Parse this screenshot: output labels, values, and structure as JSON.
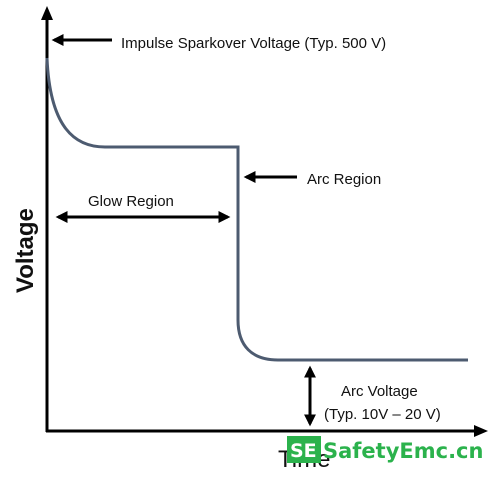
{
  "diagram": {
    "y_axis_label": "Voltage",
    "x_axis_label": "Time",
    "annotations": {
      "impulse": "Impulse Sparkover Voltage (Typ. 500 V)",
      "glow": "Glow Region",
      "arc": "Arc Region",
      "arc_voltage_line1": "Arc Voltage",
      "arc_voltage_line2": "(Typ. 10V – 20 V)"
    },
    "colors": {
      "curve": "#4d5b70",
      "axis": "#000000",
      "text": "#111111"
    }
  },
  "watermark": {
    "badge": "SE",
    "text": "SafetyEmc.cn",
    "color": "#2bb24c"
  }
}
